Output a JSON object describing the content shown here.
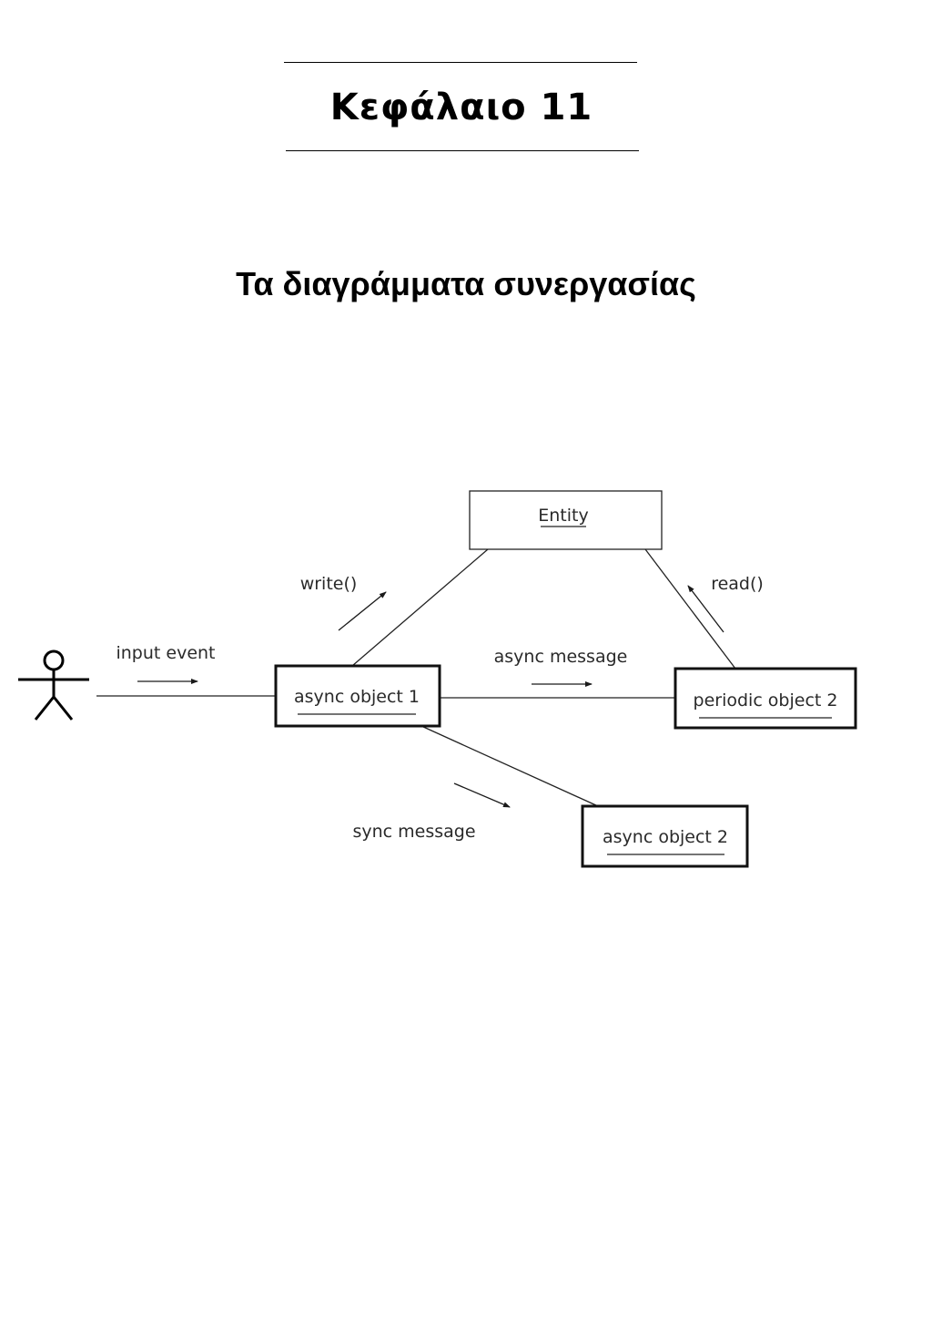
{
  "header": {
    "chapter_title": "Κεφάλαιο 11",
    "section_title": "Τα διαγράμματα συνεργασίας"
  },
  "diagram": {
    "actor_icon": "stick-figure-actor-icon",
    "objects": {
      "entity": "Entity",
      "async_object_1": "async object 1",
      "periodic_object_2": "periodic object 2",
      "async_object_2": "async object 2"
    },
    "messages": {
      "input_event": "input event",
      "write": "write()",
      "read": "read()",
      "async_message": "async message",
      "sync_message": "sync message"
    }
  }
}
